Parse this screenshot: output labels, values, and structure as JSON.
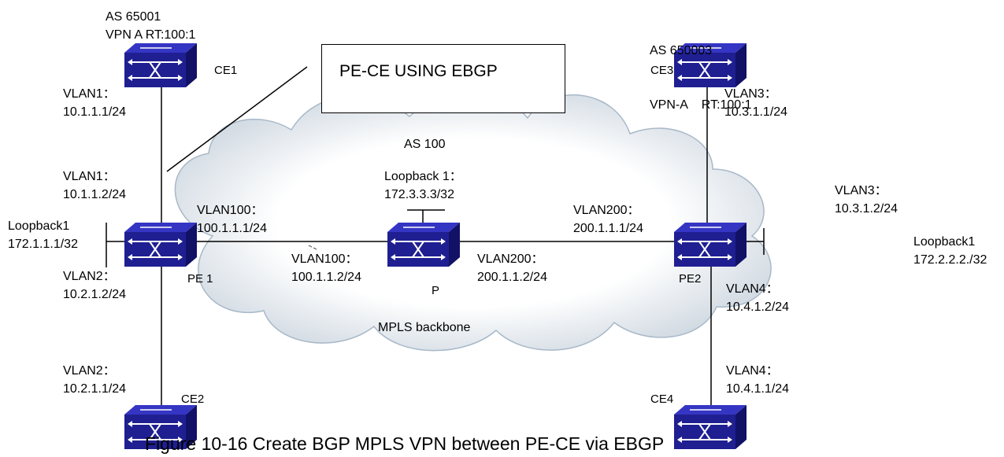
{
  "callout": "PE-CE USING EBGP",
  "cloud": {
    "as_label": "AS 100",
    "backbone_label": "MPLS backbone"
  },
  "devices": {
    "ce1": "CE1",
    "ce2": "CE2",
    "ce3": "CE3",
    "ce4": "CE4",
    "pe1": "PE 1",
    "pe2": "PE2",
    "p": "P"
  },
  "labels": {
    "ce1_as": "AS 65001",
    "ce1_vpn": "VPN A RT:100:1",
    "ce3_as": "AS 650003",
    "ce3_vpn": "VPN-A    RT:100:1",
    "ce1_vlan1_name": "VLAN1：",
    "ce1_vlan1_ip": "10.1.1.1/24",
    "pe1_vlan1_name": "VLAN1：",
    "pe1_vlan1_ip": "10.1.1.2/24",
    "pe1_lo_name": "Loopback1",
    "pe1_lo_ip": "172.1.1.1/32",
    "pe1_vlan2_name": "VLAN2：",
    "pe1_vlan2_ip": "10.2.1.2/24",
    "ce2_vlan2_name": "VLAN2：",
    "ce2_vlan2_ip": "10.2.1.1/24",
    "pe1_vlan100_name": "VLAN100：",
    "pe1_vlan100_ip": "100.1.1.1/24",
    "p_vlan100_name": "VLAN100：",
    "p_vlan100_ip": "100.1.1.2/24",
    "p_lo_name": "Loopback 1：",
    "p_lo_ip": "172.3.3.3/32",
    "p_vlan200_name": "VLAN200：",
    "p_vlan200_ip": "200.1.1.2/24",
    "pe2_vlan200_name": "VLAN200：",
    "pe2_vlan200_ip": "200.1.1.1/24",
    "ce3_vlan3_name": "VLAN3：",
    "ce3_vlan3_ip": "10.3.1.1/24",
    "pe2_vlan3_name": "VLAN3：",
    "pe2_vlan3_ip": "10.3.1.2/24",
    "pe2_lo_name": "Loopback1",
    "pe2_lo_ip": "172.2.2.2./32",
    "pe2_vlan4_name": "VLAN4：",
    "pe2_vlan4_ip": "10.4.1.2/24",
    "ce4_vlan4_name": "VLAN4：",
    "ce4_vlan4_ip": "10.4.1.1/24"
  },
  "caption": "Figure 10-16 Create BGP MPLS VPN between PE-CE via EBGP",
  "colors": {
    "router_top": "#2b2bb8",
    "router_front": "#1a1a86",
    "router_side": "#101060",
    "cloud_fill": "#ffffff",
    "cloud_stroke": "#a8b8c8"
  },
  "icons": {
    "router": "router-icon"
  }
}
